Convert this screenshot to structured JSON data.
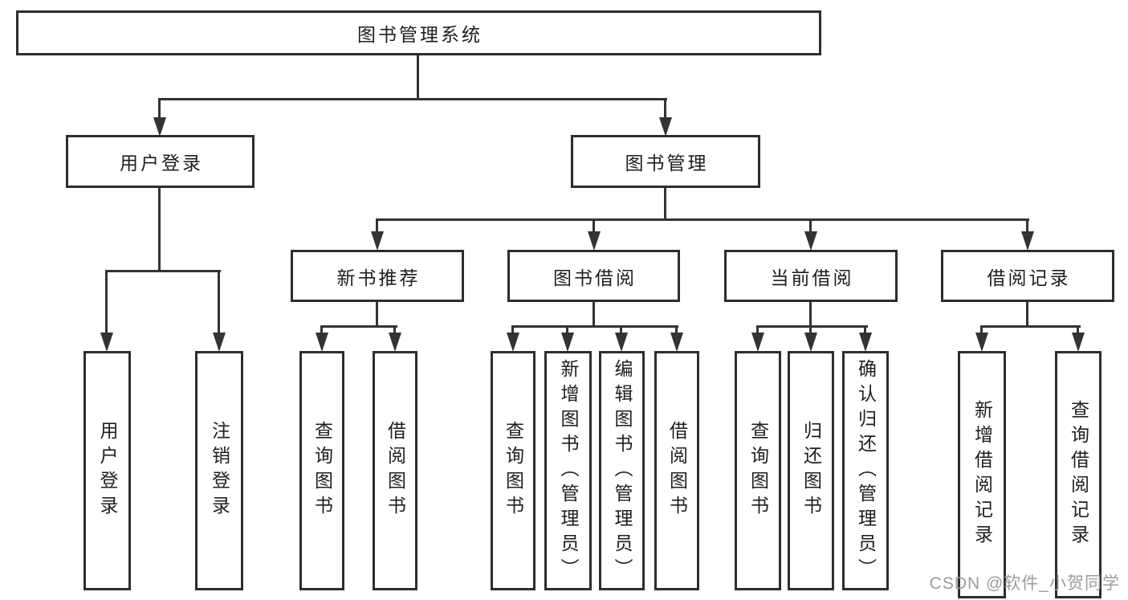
{
  "colors": {
    "line": "#333333",
    "box_border": "#2d2d2d",
    "text": "#1e1e1e",
    "watermark_text": "#9f999b",
    "background": "#ffffff"
  },
  "diagram": {
    "root": {
      "label": "图书管理系统"
    },
    "level2": {
      "user_login": {
        "label": "用户登录"
      },
      "book_management": {
        "label": "图书管理"
      }
    },
    "level3": {
      "new_book_recommend": {
        "label": "新书推荐"
      },
      "book_borrow": {
        "label": "图书借阅"
      },
      "current_borrow": {
        "label": "当前借阅"
      },
      "borrow_records": {
        "label": "借阅记录"
      }
    },
    "leaves": {
      "user_login": {
        "label": "用户登录"
      },
      "logout": {
        "label": "注销登录"
      },
      "recommend_query_books": {
        "label": "查询图书"
      },
      "recommend_borrow_books": {
        "label": "借阅图书"
      },
      "borrow_query_books": {
        "label": "查询图书"
      },
      "borrow_add_books": {
        "label": "新增图书（管理员）"
      },
      "borrow_edit_books": {
        "label": "编辑图书（管理员）"
      },
      "borrow_borrow_books": {
        "label": "借阅图书"
      },
      "current_query_books": {
        "label": "查询图书"
      },
      "current_return_books": {
        "label": "归还图书"
      },
      "current_confirm_return": {
        "label": "确认归还（管理员）"
      },
      "records_add": {
        "label": "新增借阅记录"
      },
      "records_query": {
        "label": "查询借阅记录"
      }
    }
  },
  "watermark": {
    "text": "CSDN @软件_小贺同学"
  }
}
